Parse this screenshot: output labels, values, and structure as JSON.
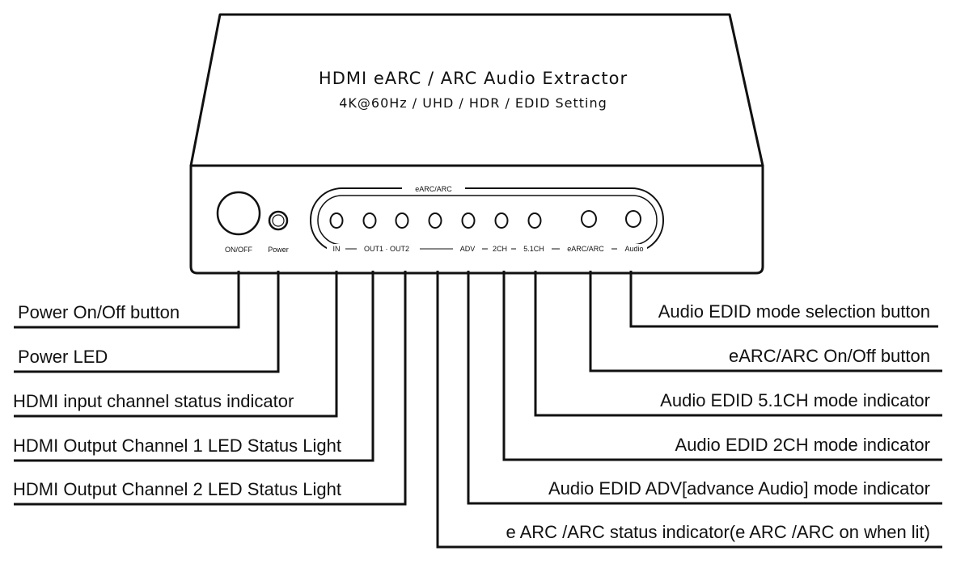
{
  "device": {
    "title": "HDMI eARC / ARC Audio Extractor",
    "subtitle": "4K@60Hz / UHD / HDR / EDID Setting",
    "panel_group_label": "eARC/ARC",
    "label_onoff": "ON/OFF",
    "label_power": "Power",
    "label_in": "IN",
    "label_out1_out2": "OUT1 · OUT2",
    "label_adv": "ADV",
    "label_2ch": "2CH",
    "label_51ch": "5.1CH",
    "label_earc_arc": "eARC/ARC",
    "label_audio": "Audio"
  },
  "callouts": {
    "power_button": "Power On/Off button",
    "power_led": "Power LED",
    "hdmi_input_led": "HDMI input channel status indicator",
    "out1_led": "HDMI Output Channel 1 LED Status Light",
    "out2_led": "HDMI Output Channel 2 LED Status Light",
    "audio_edid_button": "Audio EDID mode selection button",
    "earc_button": "eARC/ARC On/Off button",
    "edid_51ch_led": "Audio EDID 5.1CH mode indicator",
    "edid_2ch_led": "Audio EDID 2CH mode indicator",
    "edid_adv_led": "Audio EDID ADV[advance Audio] mode indicator",
    "earc_status_led": "e ARC /ARC status indicator(e ARC /ARC on when lit)"
  }
}
